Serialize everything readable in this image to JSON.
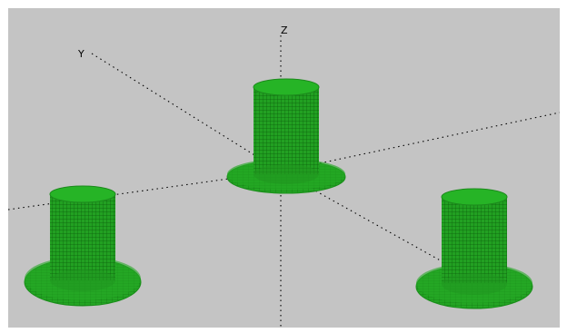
{
  "viewport": {
    "background_color": "#c4c4c4",
    "axis_labels": {
      "z": "Z",
      "y": "Y"
    },
    "axes_style": "dotted",
    "object_color": "#22a022",
    "wire_color": "#0a5a0a",
    "object_shape": "top-hat cylinder with flat brim",
    "object_count": 3
  }
}
